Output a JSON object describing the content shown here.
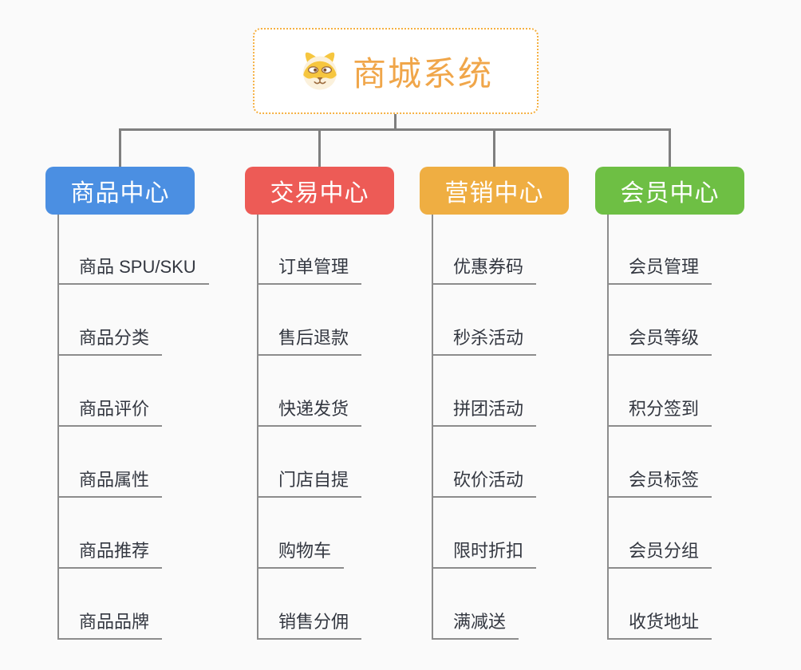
{
  "canvas": {
    "background": "#FAFAFA"
  },
  "root": {
    "title": "商城系统",
    "icon": "shiba-dog-icon",
    "border_color": "#F5B041",
    "title_color": "#F0A64A"
  },
  "connector_color": "#7F7F7F",
  "underline_color": "#8C8C8C",
  "branches": [
    {
      "label": "商品中心",
      "color": "#4B8FE2",
      "items": [
        "商品 SPU/SKU",
        "商品分类",
        "商品评价",
        "商品属性",
        "商品推荐",
        "商品品牌"
      ]
    },
    {
      "label": "交易中心",
      "color": "#ED5B56",
      "items": [
        "订单管理",
        "售后退款",
        "快递发货",
        "门店自提",
        "购物车",
        "销售分佣"
      ]
    },
    {
      "label": "营销中心",
      "color": "#EFAE42",
      "items": [
        "优惠券码",
        "秒杀活动",
        "拼团活动",
        "砍价活动",
        "限时折扣",
        "满减送"
      ]
    },
    {
      "label": "会员中心",
      "color": "#6EBF44",
      "items": [
        "会员管理",
        "会员等级",
        "积分签到",
        "会员标签",
        "会员分组",
        "收货地址"
      ]
    }
  ]
}
